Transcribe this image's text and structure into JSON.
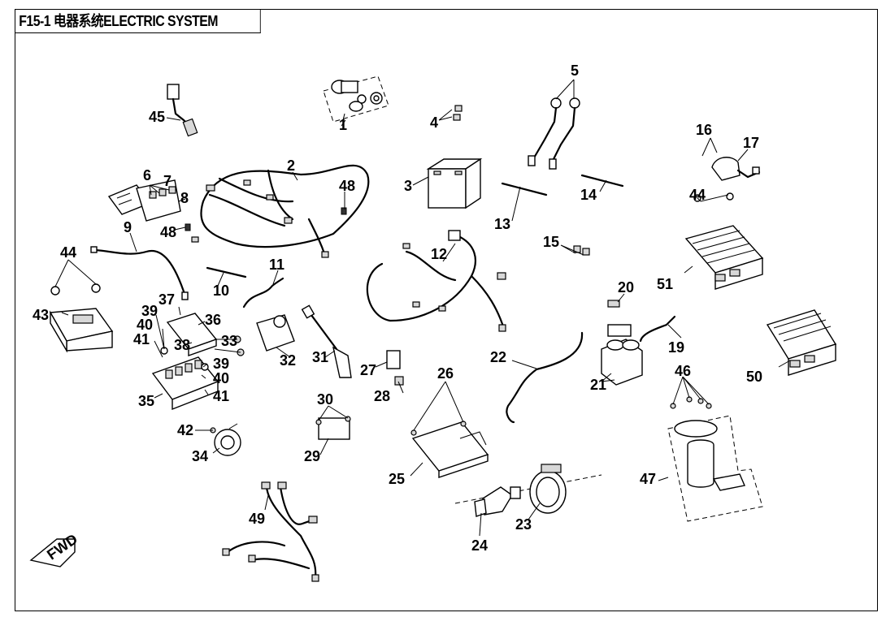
{
  "title": "F15-1 电器系统ELECTRIC SYSTEM",
  "direction_marker": "FWD",
  "callouts": [
    "1",
    "2",
    "3",
    "4",
    "5",
    "6",
    "7",
    "8",
    "9",
    "10",
    "11",
    "12",
    "13",
    "14",
    "15",
    "16",
    "17",
    "19",
    "20",
    "21",
    "22",
    "23",
    "24",
    "25",
    "26",
    "27",
    "28",
    "29",
    "30",
    "31",
    "32",
    "33",
    "34",
    "35",
    "36",
    "37",
    "38",
    "39",
    "40",
    "41",
    "42",
    "43",
    "44",
    "45",
    "46",
    "47",
    "48",
    "49",
    "50",
    "51"
  ]
}
